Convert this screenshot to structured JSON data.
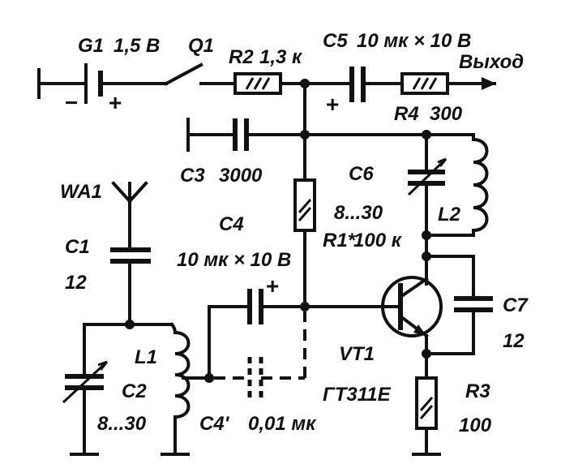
{
  "labels": {
    "g1": "G1",
    "g1_voltage": "1,5 В",
    "q1": "Q1",
    "r2": "R2",
    "r2_value": "1,3 к",
    "c5": "C5",
    "c5_value": "10 мк × 10 В",
    "output": "Выход",
    "r4": "R4",
    "r4_value": "300",
    "c3": "C3",
    "c3_value": "3000",
    "c6": "C6",
    "c6_value": "8...30",
    "l2": "L2",
    "wa1": "WA1",
    "c1": "C1",
    "c1_value": "12",
    "c4": "C4",
    "c4_value": "10 мк × 10 В",
    "r1": "R1*",
    "r1_value": "100 к",
    "c7": "C7",
    "c7_value": "12",
    "l1": "L1",
    "c2": "C2",
    "c2_value": "8...30",
    "vt1": "VT1",
    "vt1_type": "ГТ311Е",
    "r3": "R3",
    "r3_value": "100",
    "c4_alt": "C4'",
    "c4_alt_value": "0,01 мк"
  },
  "signs": {
    "battery_minus": "−",
    "battery_plus": "+",
    "c5_plus": "+",
    "c4_plus": "+"
  }
}
